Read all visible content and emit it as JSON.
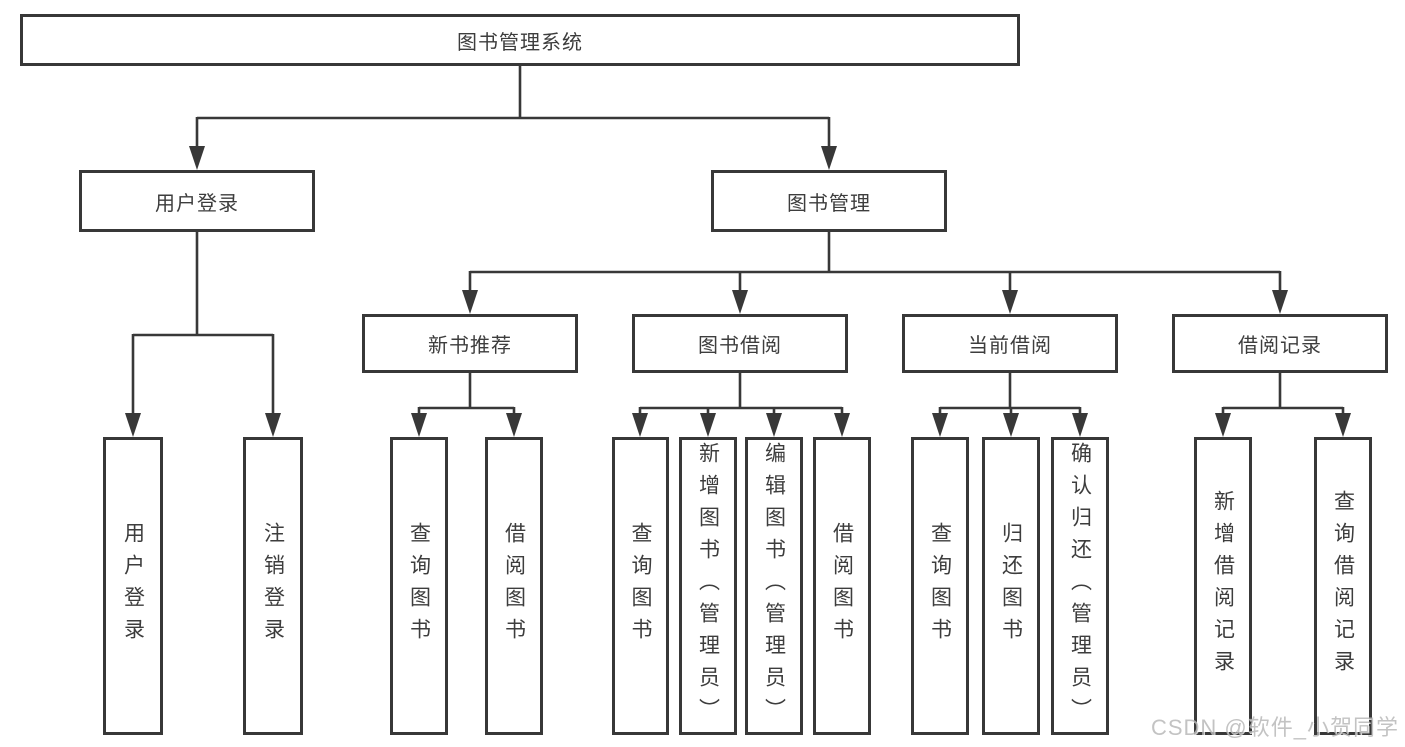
{
  "diagram_type": "hierarchy-tree",
  "tree": {
    "label": "图书管理系统",
    "children": [
      {
        "label": "用户登录",
        "children": [
          {
            "label": "用户登录"
          },
          {
            "label": "注销登录"
          }
        ]
      },
      {
        "label": "图书管理",
        "children": [
          {
            "label": "新书推荐",
            "children": [
              {
                "label": "查询图书"
              },
              {
                "label": "借阅图书"
              }
            ]
          },
          {
            "label": "图书借阅",
            "children": [
              {
                "label": "查询图书"
              },
              {
                "label": "新增图书（管理员）"
              },
              {
                "label": "编辑图书（管理员）"
              },
              {
                "label": "借阅图书"
              }
            ]
          },
          {
            "label": "当前借阅",
            "children": [
              {
                "label": "查询图书"
              },
              {
                "label": "归还图书"
              },
              {
                "label": "确认归还（管理员）"
              }
            ]
          },
          {
            "label": "借阅记录",
            "children": [
              {
                "label": "新增借阅记录"
              },
              {
                "label": "查询借阅记录"
              }
            ]
          }
        ]
      }
    ]
  },
  "watermark": {
    "text": "CSDN @软件_小贺同学"
  },
  "colors": {
    "line": "#383838",
    "text": "#3d3d3d",
    "watermark": "#b9b9b9",
    "background": "#ffffff"
  }
}
